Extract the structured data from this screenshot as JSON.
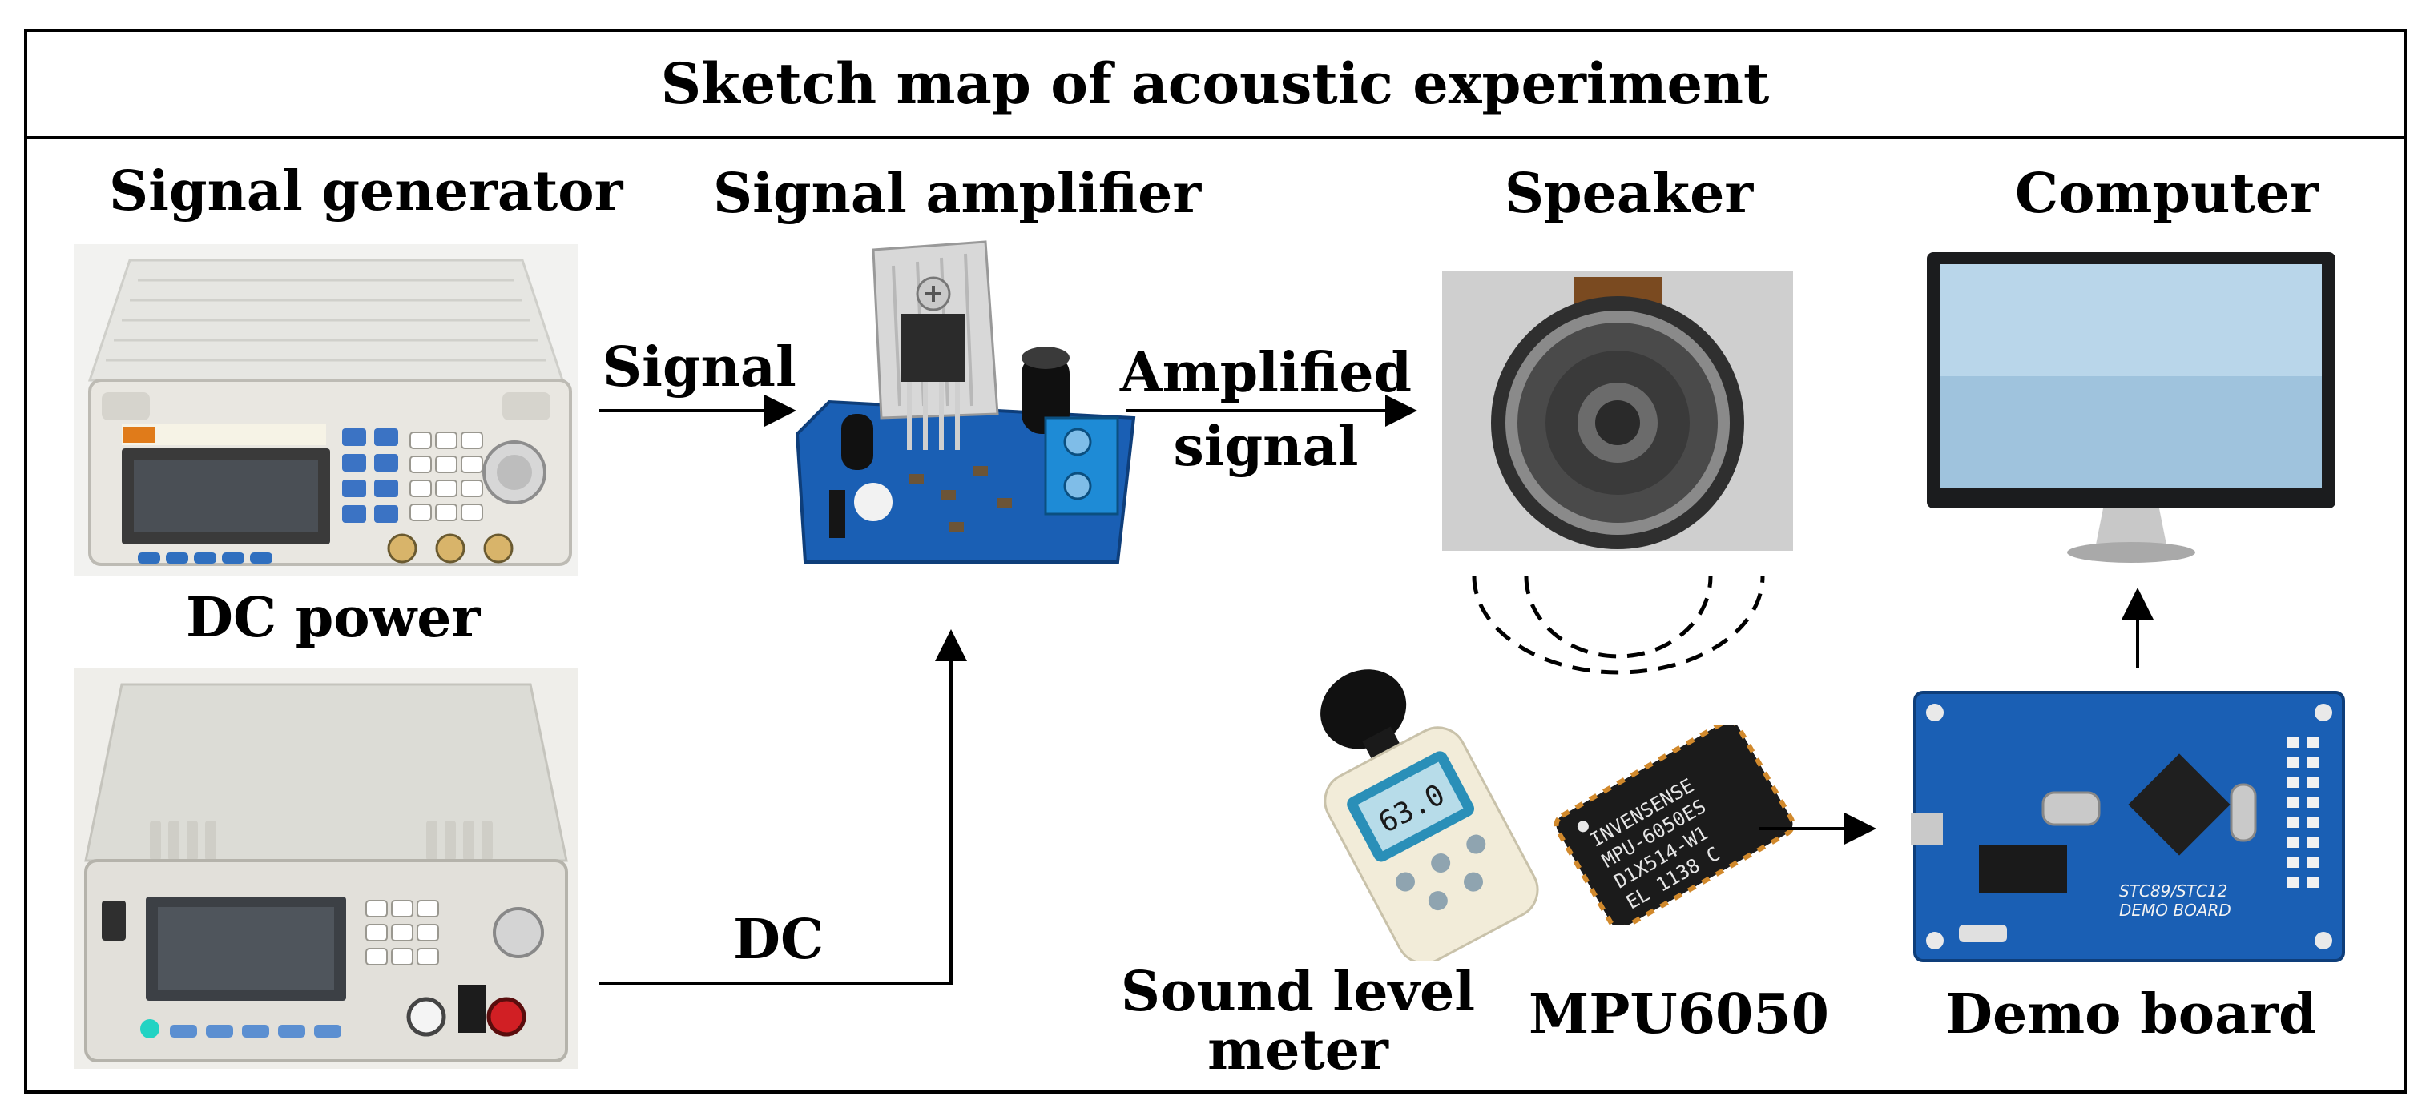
{
  "title": "Sketch map of acoustic experiment",
  "devices": {
    "signal_generator": "Signal generator",
    "dc_power": "DC power",
    "signal_amplifier": "Signal amplifier",
    "speaker": "Speaker",
    "computer": "Computer",
    "sound_level_meter_line1": "Sound level",
    "sound_level_meter_line2": "meter",
    "mpu": "MPU6050",
    "demo_board": "Demo board"
  },
  "connections": {
    "signal": "Signal",
    "amplified_line1": "Amplified",
    "amplified_line2": "signal",
    "dc": "DC"
  },
  "device_text": {
    "chip_line1": "INVENSENSE",
    "chip_line2": "MPU-6050ES",
    "chip_line3": "D1X514-W1",
    "chip_line4": "EL 1138 C",
    "meter_reading": "63.0",
    "board_line1": "STC89/STC12",
    "board_line2": "DEMO BOARD"
  },
  "colors": {
    "line": "#000000",
    "board_blue": "#1a5fb4",
    "instrument_gray": "#d9d8d3"
  }
}
